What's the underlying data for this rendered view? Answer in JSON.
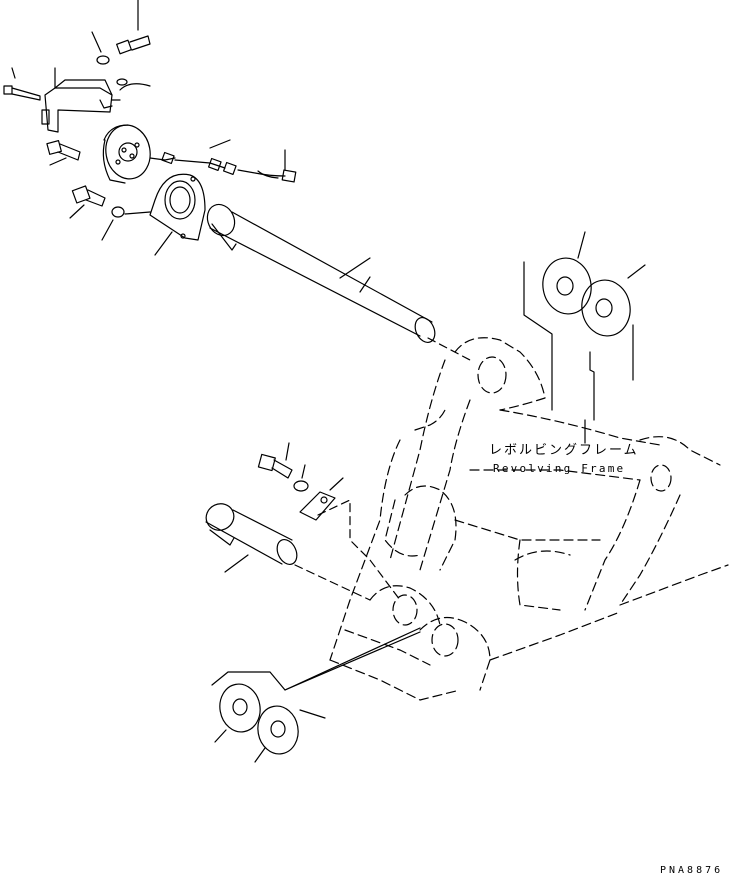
{
  "labels": {
    "frame_japanese": "レボルビングフレーム",
    "frame_english": "Revolving Frame",
    "drawing_code": "PNA8876"
  },
  "colors": {
    "line": "#000000",
    "background": "#ffffff"
  }
}
